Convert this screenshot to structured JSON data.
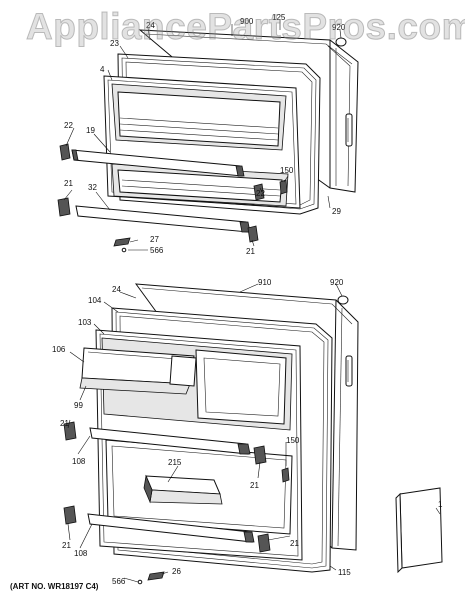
{
  "watermark": "AppliancePartsPros.com",
  "art_number": "(ART NO. WR18197 C4)",
  "callouts": {
    "c125": "125",
    "c900": "900",
    "c920a": "920",
    "c24a": "24",
    "c23": "23",
    "c4": "4",
    "c22a": "22",
    "c19": "19",
    "c150a": "150",
    "c22b": "22",
    "c21a": "21",
    "c32": "32",
    "c29": "29",
    "c27": "27",
    "c566a": "566",
    "c21b": "21",
    "c910": "910",
    "c920b": "920",
    "c24b": "24",
    "c104": "104",
    "c103": "103",
    "c106": "106",
    "c99": "99",
    "c21c": "21",
    "c108a": "108",
    "c215": "215",
    "c150b": "150",
    "c21d": "21",
    "c1": "1",
    "c21e": "21",
    "c108b": "108",
    "c21f": "21",
    "c115": "115",
    "c566b": "566",
    "c26": "26"
  }
}
